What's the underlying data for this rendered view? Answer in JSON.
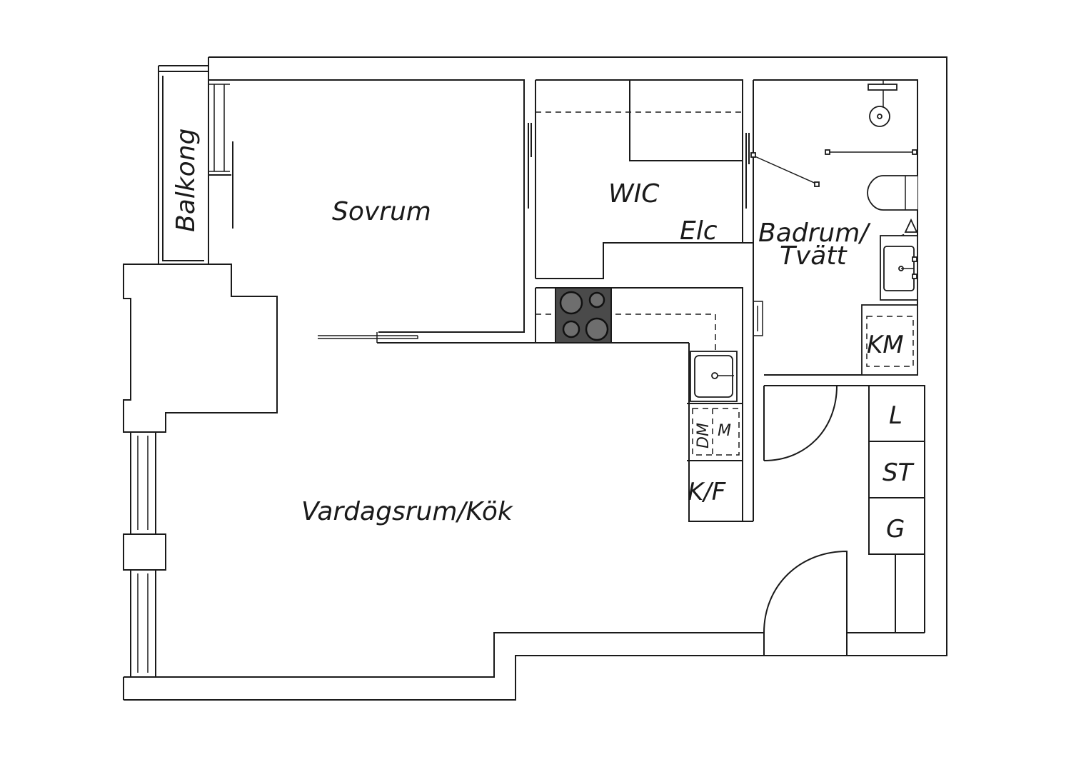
{
  "rooms": {
    "balcony": "Balkong",
    "bedroom": "Sovrum",
    "walk_in_closet": "WIC",
    "electrical": "Elc",
    "bathroom_line1": "Badrum/",
    "bathroom_line2": "Tvätt",
    "living_kitchen": "Vardagsrum/Kök"
  },
  "appliances": {
    "washing_machine": "KM",
    "dishwasher": "DM",
    "microwave": "M",
    "fridge_freezer": "K/F",
    "wardrobe_linen": "L",
    "wardrobe_cleaning": "ST",
    "wardrobe_general": "G"
  }
}
